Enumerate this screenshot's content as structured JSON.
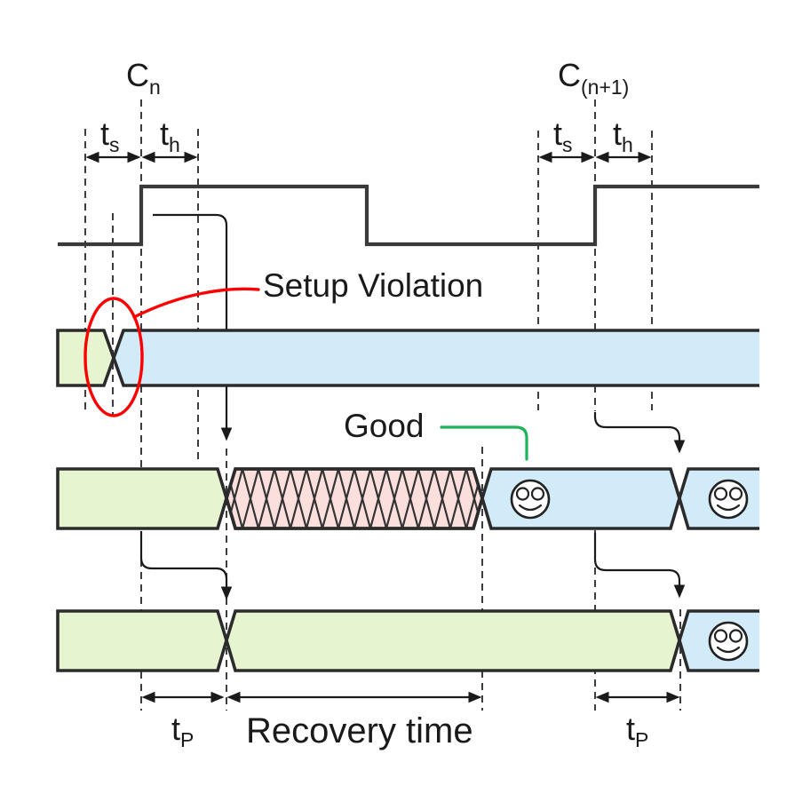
{
  "diagram": {
    "type": "timing-diagram-setup-violation",
    "labels": {
      "clock_n": {
        "main": "C",
        "sub": "n"
      },
      "clock_n1": {
        "main": "C",
        "sub": "(n+1)"
      },
      "t_setup": {
        "main": "t",
        "sub": "s"
      },
      "t_hold": {
        "main": "t",
        "sub": "h"
      },
      "t_prop": {
        "main": "t",
        "sub": "P"
      },
      "setup_violation": "Setup Violation",
      "good": "Good",
      "recovery_time": "Recovery time"
    },
    "icons": {
      "happy_face": "smiley-face"
    },
    "colors": {
      "old_data_fill": "#e6f5d0",
      "new_data_fill": "#d2ebf8",
      "metastable_fill": "#fbdfdd",
      "outline": "#2b2b2b",
      "clock_line": "#3a3a3a",
      "violation_red": "#fe0000",
      "good_green": "#1db35b"
    },
    "signals": [
      {
        "id": "clock",
        "kind": "square-wave",
        "edges": [
          "rising Cn",
          "falling",
          "rising C(n+1)"
        ]
      },
      {
        "id": "data-input",
        "segments": [
          "old-data",
          "transition-in-setup-window",
          "new-data"
        ],
        "annotation": "Setup Violation"
      },
      {
        "id": "output-metastable",
        "segments": [
          "old-data",
          "metastable-hatched",
          "good-data",
          "next-data"
        ],
        "annotation": "Good"
      },
      {
        "id": "output-recovered",
        "segments": [
          "old-data",
          "recovered-data",
          "next-data"
        ],
        "annotation": "Recovery time"
      }
    ]
  }
}
